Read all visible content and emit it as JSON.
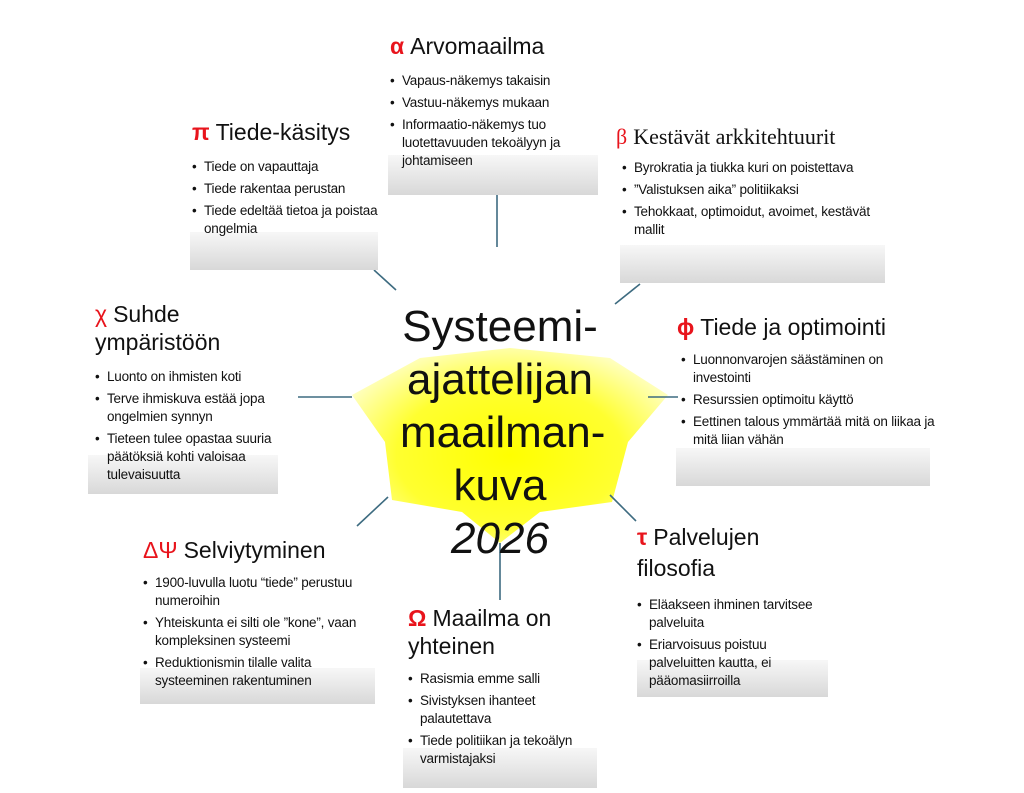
{
  "center": {
    "line1": "Systeemi-",
    "line2": "ajattelijan",
    "line3": "maailman-",
    "line4_a": "kuva ",
    "line4_b": "2026"
  },
  "colors": {
    "symbol": "#e8141c",
    "star": "#ffff00",
    "connector": "#3d6b80"
  },
  "blocks": [
    {
      "symbol": "α",
      "title": "Arvomaailma",
      "items": [
        "Vapaus-näkemys takaisin",
        "Vastuu-näkemys mukaan",
        "Informaatio-näkemys tuo luotettavuuden tekoälyyn ja johtamiseen"
      ]
    },
    {
      "symbol": "π",
      "title": "Tiede-käsitys",
      "items": [
        "Tiede on vapauttaja",
        "Tiede rakentaa perustan",
        "Tiede edeltää tietoa ja poistaa ongelmia"
      ]
    },
    {
      "symbol": "β",
      "title": "Kestävät arkkitehtuurit",
      "items": [
        "Byrokratia ja tiukka kuri  on poistettava",
        "”Valistuksen aika” politiikaksi",
        "Tehokkaat, optimoidut, avoimet, kestävät mallit"
      ]
    },
    {
      "symbol": "χ",
      "title": "Suhde ympäristöön",
      "items": [
        "Luonto on ihmisten koti",
        "Terve ihmiskuva estää jopa ongelmien synnyn",
        "Tieteen tulee opastaa suuria päätöksiä kohti valoisaa tulevaisuutta"
      ]
    },
    {
      "symbol": "ϕ",
      "title": "Tiede ja optimointi",
      "items": [
        "Luonnonvarojen säästäminen on investointi",
        "Resurssien optimoitu käyttö",
        "Eettinen talous ymmärtää mitä on liikaa ja mitä liian vähän"
      ]
    },
    {
      "symbol": "ΔΨ",
      "title": "Selviytyminen",
      "items": [
        "1900-luvulla luotu “tiede” perustuu numeroihin",
        "Yhteiskunta ei silti ole ”kone”, vaan kompleksinen systeemi",
        "Reduktionismin tilalle valita systeeminen rakentuminen"
      ]
    },
    {
      "symbol": "Ω",
      "title": "Maailma  on yhteinen",
      "items": [
        "Rasismia emme salli",
        "Sivistyksen ihanteet palautettava",
        "Tiede politiikan ja tekoälyn varmistajaksi"
      ]
    },
    {
      "symbol": "τ",
      "title": "Palvelujen filosofia",
      "items": [
        "Eläakseen ihminen tarvitsee palveluita",
        "Eriarvoisuus poistuu palveluitten kautta, ei pääomasiirroilla"
      ]
    }
  ]
}
